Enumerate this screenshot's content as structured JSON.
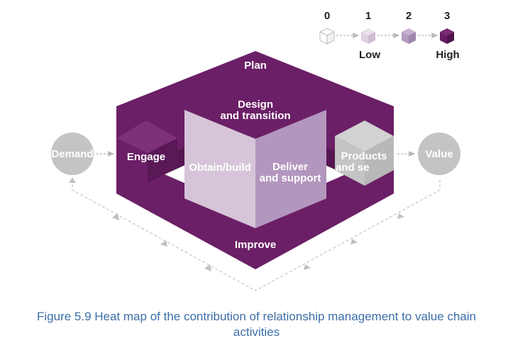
{
  "legend": {
    "levels": [
      "0",
      "1",
      "2",
      "3"
    ],
    "low_label": "Low",
    "high_label": "High",
    "colors": [
      "#ffffff",
      "#e3d5e6",
      "#b59bbf",
      "#5e1a5c"
    ]
  },
  "diagram": {
    "plan": "Plan",
    "improve": "Improve",
    "engage": "Engage",
    "design_line1": "Design",
    "design_line2": "and transition",
    "obtain_build": "Obtain/build",
    "deliver_line1": "Deliver",
    "deliver_line2": "and support",
    "products_line1": "Products",
    "products_line2": "and se",
    "demand": "Demand",
    "value": "Value"
  },
  "colors": {
    "frame": "#6b1f66",
    "frame_dark": "#561651",
    "node_circle": "#c4c4c4",
    "products_box": "#c4c4c4",
    "obtain_face": "#d8c6da",
    "caption": "#3d6fa8"
  },
  "caption": {
    "line1": "Figure 5.9 Heat map of the contribution of relationship management to value chain",
    "line2": "activities"
  }
}
